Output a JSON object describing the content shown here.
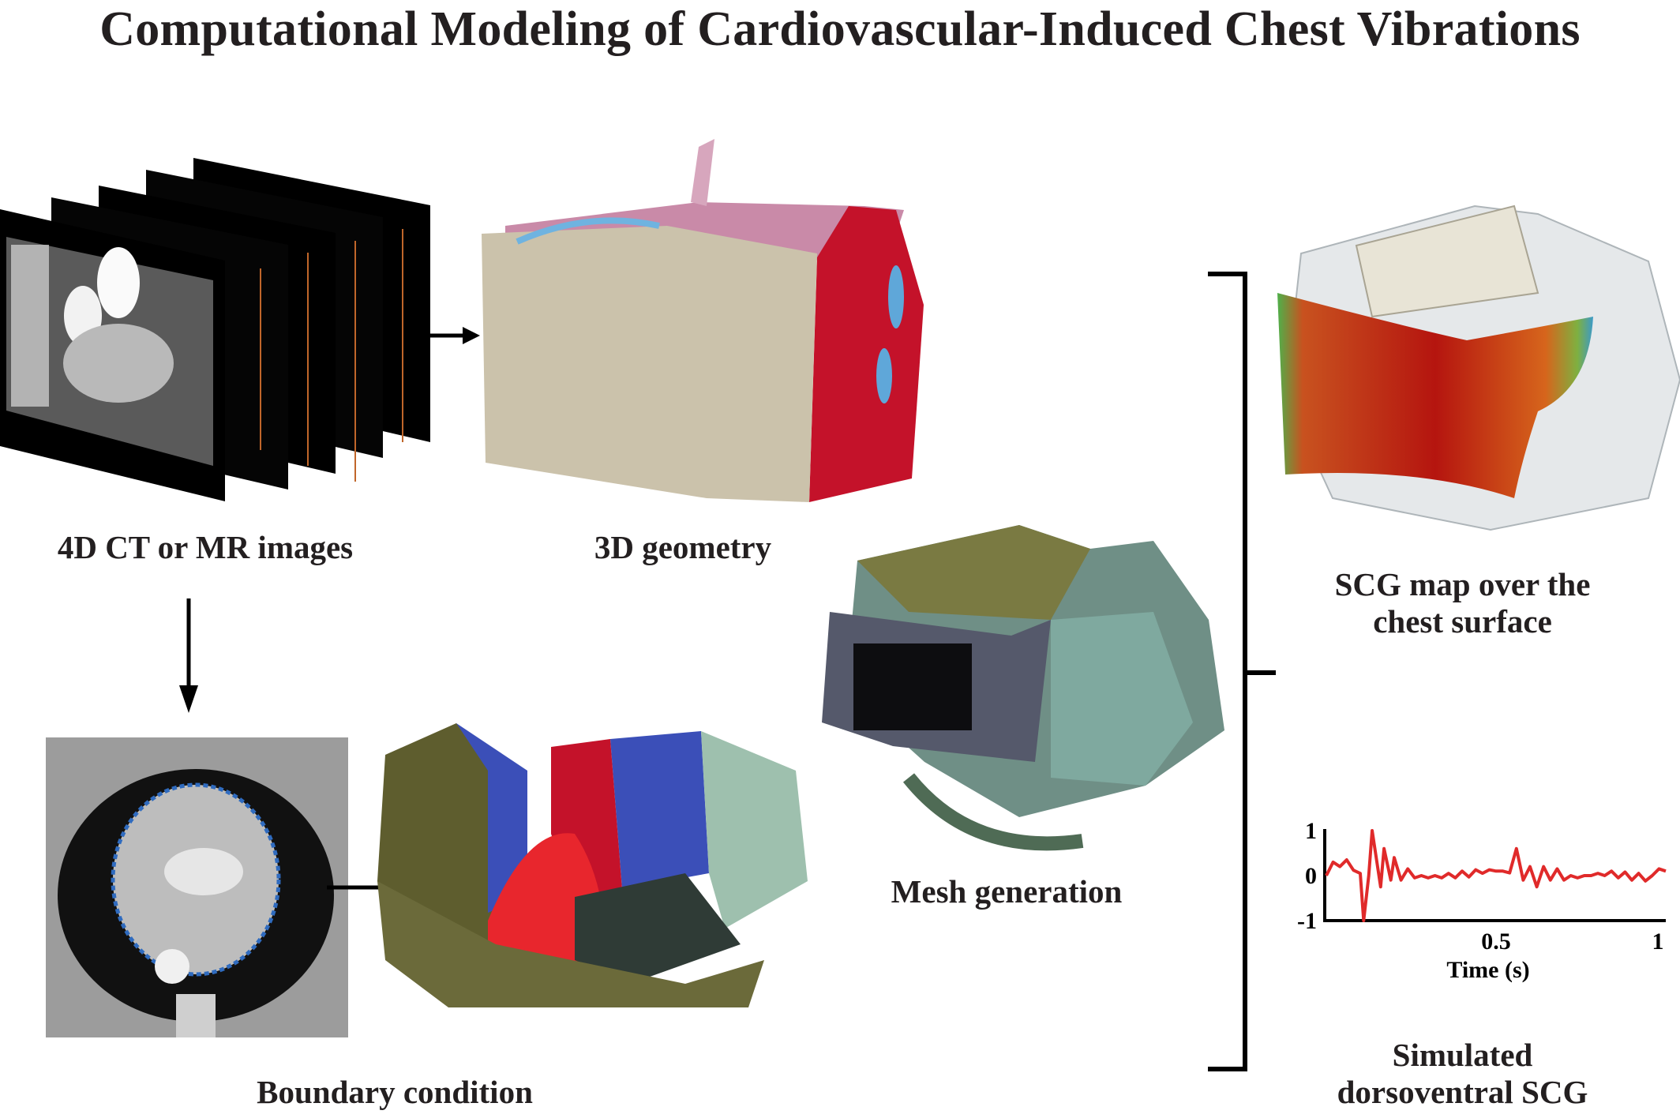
{
  "title": "Computational Modeling of Cardiovascular-Induced Chest Vibrations",
  "labels": {
    "ct_images": "4D CT or MR images",
    "geometry": "3D geometry",
    "boundary": "Boundary condition",
    "mesh": "Mesh generation",
    "scg_map_line1": "SCG map over the",
    "scg_map_line2": "chest surface",
    "simulated_line1": "Simulated",
    "simulated_line2": "dorsoventral SCG"
  },
  "colors": {
    "signal": "#e02a2a",
    "pink": "#c98aa8",
    "bone": "#cfc6b0",
    "red": "#c4122a",
    "blue": "#3b4fb8",
    "olive": "#6b6a3a"
  },
  "chart_data": {
    "type": "line",
    "title": "",
    "xlabel": "Time (s)",
    "ylabel": "",
    "xlim": [
      0,
      1
    ],
    "ylim": [
      -1,
      1
    ],
    "xticks": [
      {
        "v": 0.5,
        "label": "0.5"
      },
      {
        "v": 1,
        "label": "1"
      }
    ],
    "yticks": [
      {
        "v": 1,
        "label": "1"
      },
      {
        "v": 0,
        "label": "0"
      },
      {
        "v": -1,
        "label": "-1"
      }
    ],
    "x": [
      0,
      0.02,
      0.04,
      0.06,
      0.08,
      0.1,
      0.11,
      0.125,
      0.135,
      0.16,
      0.17,
      0.19,
      0.2,
      0.22,
      0.24,
      0.26,
      0.28,
      0.3,
      0.32,
      0.34,
      0.36,
      0.38,
      0.4,
      0.42,
      0.44,
      0.46,
      0.48,
      0.5,
      0.52,
      0.54,
      0.56,
      0.58,
      0.6,
      0.62,
      0.64,
      0.66,
      0.68,
      0.7,
      0.72,
      0.74,
      0.76,
      0.78,
      0.8,
      0.82,
      0.84,
      0.86,
      0.88,
      0.9,
      0.92,
      0.94,
      0.96,
      0.98,
      1.0
    ],
    "y": [
      0,
      0.3,
      0.2,
      0.35,
      0.12,
      0.05,
      -1.0,
      0.0,
      1.0,
      -0.25,
      0.6,
      -0.1,
      0.4,
      -0.1,
      0.15,
      -0.05,
      0.0,
      -0.05,
      0.0,
      -0.05,
      0.05,
      -0.05,
      0.1,
      -0.03,
      0.13,
      0.05,
      0.13,
      0.1,
      0.1,
      0.06,
      0.6,
      -0.1,
      0.2,
      -0.25,
      0.2,
      -0.1,
      0.15,
      -0.1,
      0.0,
      -0.05,
      0.0,
      0.0,
      0.05,
      0.0,
      0.1,
      -0.05,
      0.08,
      -0.1,
      0.05,
      -0.12,
      0.0,
      0.15,
      0.1
    ]
  }
}
